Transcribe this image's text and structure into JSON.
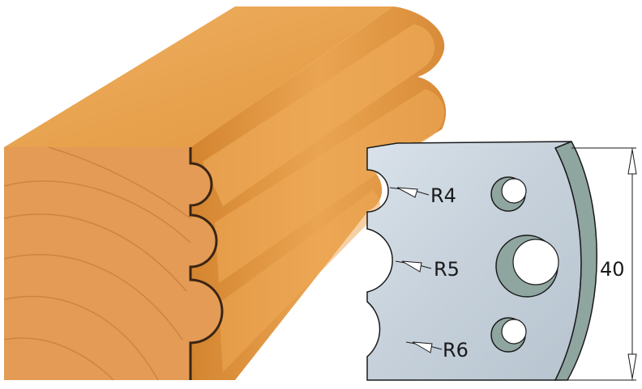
{
  "diagram": {
    "subject": "profile-knife-and-moulding",
    "knife": {
      "radii": [
        {
          "label": "R4"
        },
        {
          "label": "R5"
        },
        {
          "label": "R6"
        }
      ],
      "height_dimension": "40"
    },
    "colors": {
      "wood_light": "#e9a451",
      "wood_mid": "#d98a36",
      "wood_dark": "#b8661e",
      "wood_end": "#e39b55",
      "outline": "#3a2414",
      "steel": "#c8d3dc",
      "steel_edge": "#8fa5a0",
      "line": "#1a1a1a"
    }
  }
}
